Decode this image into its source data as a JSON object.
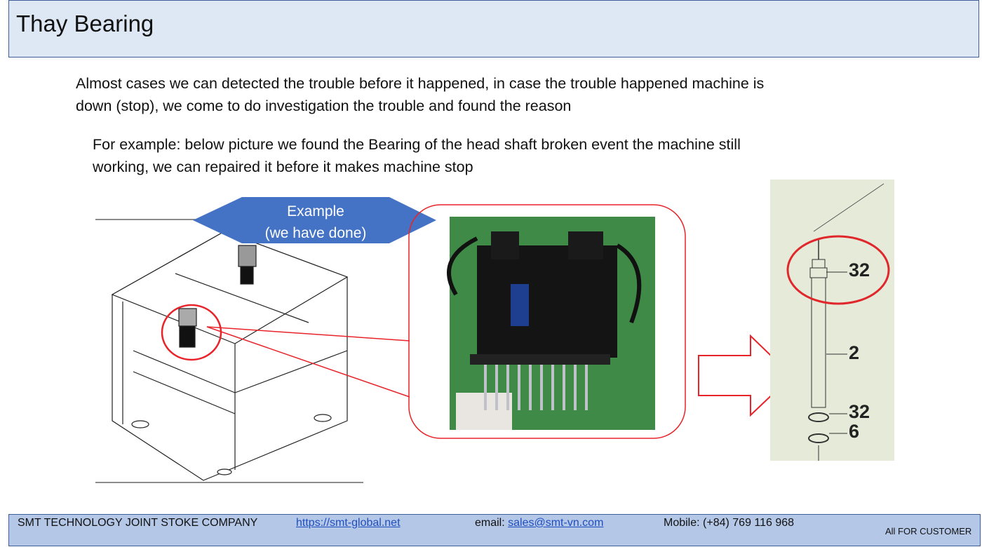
{
  "header": {
    "title": "Thay Bearing"
  },
  "body": {
    "paragraph1": "Almost cases we can detected the trouble before it happened, in case the trouble happened machine is down (stop), we come to do investigation the trouble and found the reason",
    "paragraph2": "For example: below picture we found the Bearing of the head shaft broken event the machine still working, we can repaired it before it makes machine stop"
  },
  "callout": {
    "line1": "Example",
    "line2": "(we have done)"
  },
  "diagram": {
    "labels": [
      "32",
      "2",
      "32",
      "6"
    ]
  },
  "footer": {
    "company": "SMT TECHNOLOGY JOINT STOKE COMPANY",
    "website": "https://smt-global.net",
    "email_label": "email: ",
    "email": "sales@smt-vn.com",
    "mobile": "Mobile: (+84) 769 116 968",
    "slogan": "All FOR CUSTOMER"
  },
  "colors": {
    "accent": "#4472c4",
    "highlight": "#e8242a",
    "header_bg": "#dde8f4",
    "footer_bg": "#b4c7e7"
  }
}
